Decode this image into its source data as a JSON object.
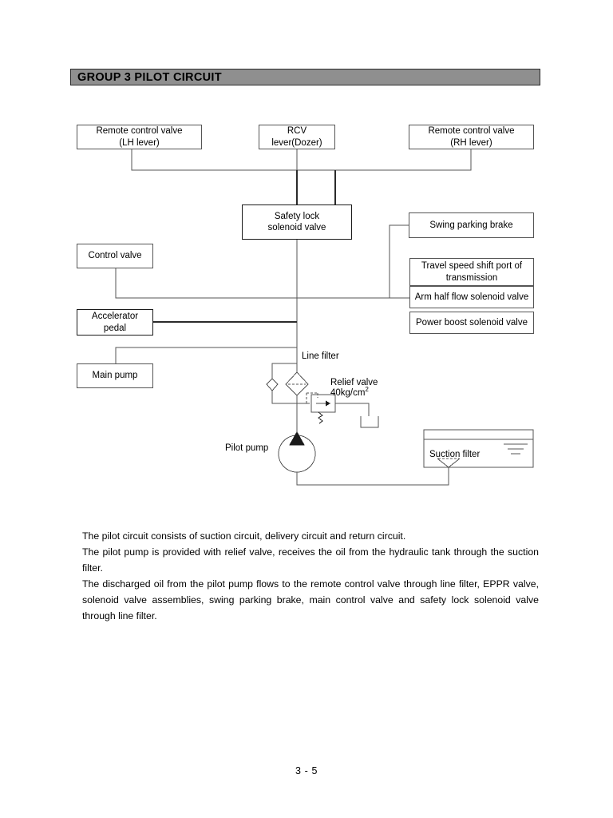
{
  "header": {
    "title": "GROUP  3  PILOT CIRCUIT",
    "background_color": "#8f8f8f",
    "border_color": "#2b2b2b"
  },
  "diagram": {
    "title": "Pilot circuit hydraulic schematic",
    "line_color": "#555555",
    "boxes": [
      {
        "id": "rcv-lh",
        "label": "Remote control valve\n(LH lever)"
      },
      {
        "id": "rcv-dozer",
        "label": "RCV\nlever(Dozer)"
      },
      {
        "id": "rcv-rh",
        "label": "Remote control valve\n(RH lever)"
      },
      {
        "id": "safety-lock",
        "label": "Safety lock\nsolenoid valve"
      },
      {
        "id": "swing-parking",
        "label": "Swing parking brake"
      },
      {
        "id": "control-valve",
        "label": "Control valve"
      },
      {
        "id": "travel-speed",
        "label": "Travel speed shift port of\ntransmission"
      },
      {
        "id": "arm-half-flow",
        "label": "Arm half flow solenoid valve"
      },
      {
        "id": "power-boost",
        "label": "Power boost solenoid valve"
      },
      {
        "id": "accelerator-pedal",
        "label": "Accelerator\npedal"
      },
      {
        "id": "main-pump",
        "label": "Main pump"
      },
      {
        "id": "suction-filter",
        "label": "Suction filter"
      }
    ],
    "box_labels": {
      "rcv_lh_line1": "Remote control valve",
      "rcv_lh_line2": "(LH lever)",
      "rcv_dozer_line1": "RCV",
      "rcv_dozer_line2": "lever(Dozer)",
      "rcv_rh_line1": "Remote control valve",
      "rcv_rh_line2": "(RH lever)",
      "safety_lock_line1": "Safety lock",
      "safety_lock_line2": "solenoid valve",
      "swing_parking": "Swing parking brake",
      "control_valve": "Control valve",
      "travel_speed_line1": "Travel speed shift port of",
      "travel_speed_line2": "transmission",
      "arm_half_flow": "Arm half flow solenoid valve",
      "power_boost": "Power boost solenoid valve",
      "accelerator_line1": "Accelerator",
      "accelerator_line2": "pedal",
      "main_pump": "Main pump",
      "suction_filter": "Suction filter"
    },
    "symbol_labels": {
      "line_filter": "Line filter",
      "relief_valve": "Relief valve",
      "relief_valve_setting": "40kg/cm",
      "relief_valve_setting_exp": "2",
      "pilot_pump": "Pilot pump"
    },
    "symbols": [
      {
        "id": "line-filter-symbol",
        "name": "line-filter"
      },
      {
        "id": "bypass-check-valve",
        "name": "check-valve"
      },
      {
        "id": "relief-valve-symbol",
        "name": "relief-valve"
      },
      {
        "id": "pilot-pump-symbol",
        "name": "pump"
      },
      {
        "id": "tank-symbol",
        "name": "tank"
      },
      {
        "id": "strainer-symbol",
        "name": "strainer"
      },
      {
        "id": "fluid-level-symbol",
        "name": "fluid-level"
      }
    ]
  },
  "body": {
    "paragraph1": "The pilot circuit consists of suction circuit, delivery circuit and return circuit.",
    "paragraph2": "The pilot pump is provided with relief valve, receives the oil from the hydraulic tank through the suction filter.",
    "paragraph3": "The discharged oil from the pilot pump flows to the remote control valve through line filter, EPPR valve, solenoid valve assemblies, swing parking brake, main control valve and safety lock solenoid valve through line filter."
  },
  "footer": {
    "page_number": "3 - 5"
  }
}
